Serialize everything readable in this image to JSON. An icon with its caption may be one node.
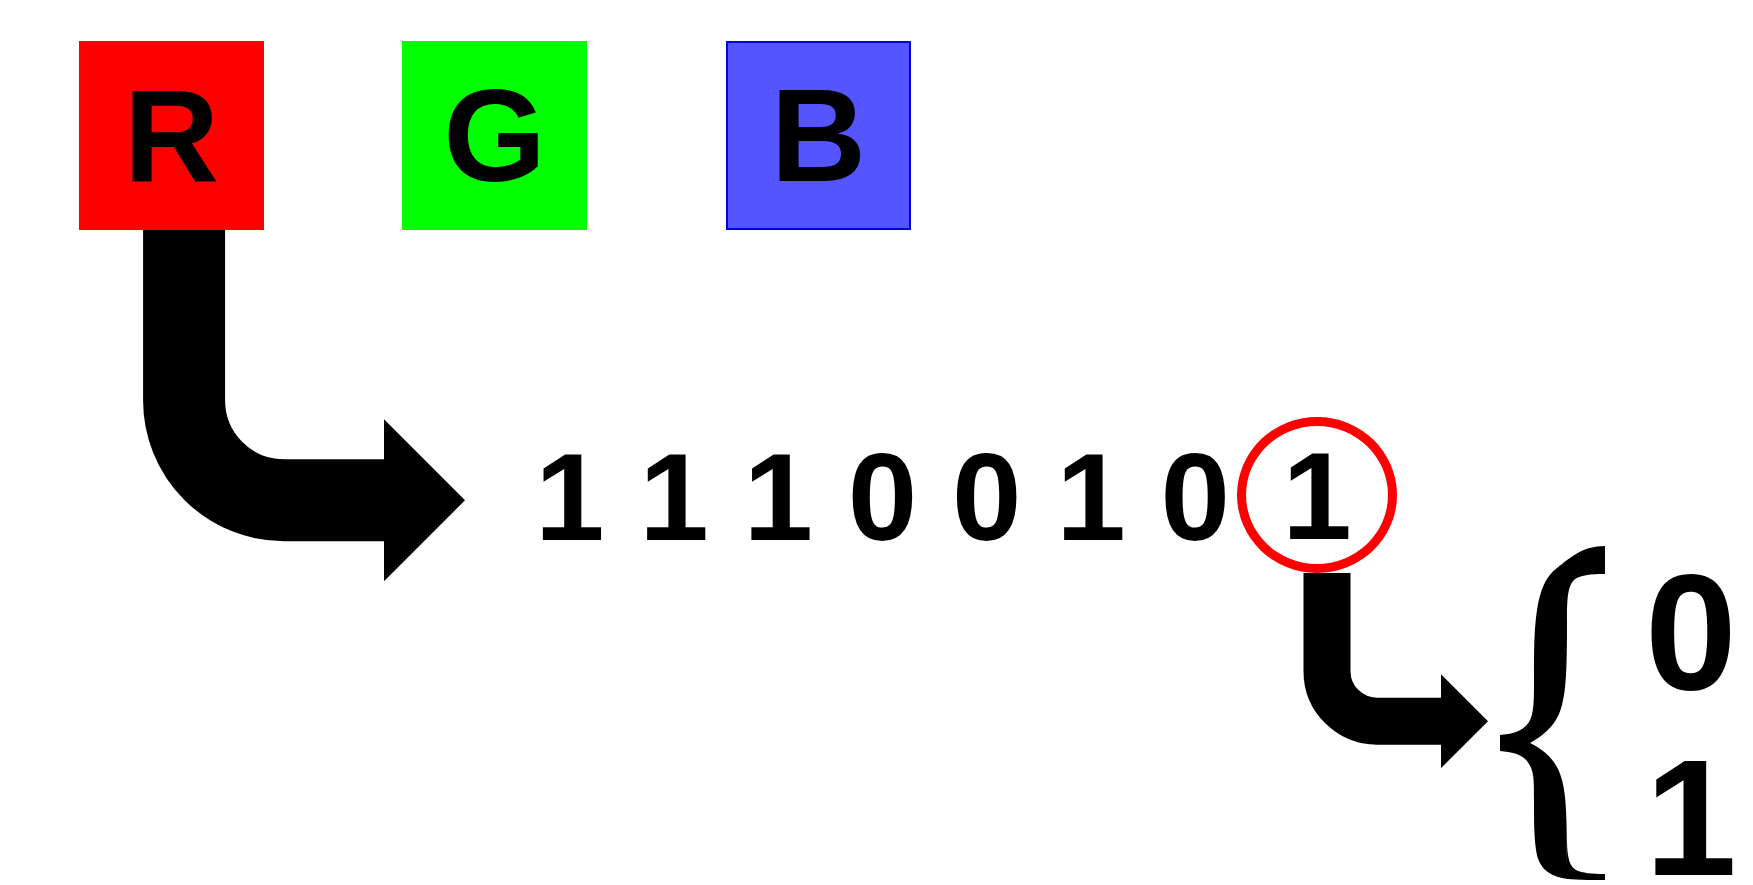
{
  "diagram": {
    "nodes": [
      {
        "text": [
          "R"
        ]
      },
      {
        "text": [
          "G"
        ]
      },
      {
        "text": [
          "B"
        ]
      },
      {
        "text": [
          "1 1 1 0 0 1 0"
        ]
      },
      {
        "text": [
          "1"
        ]
      },
      {
        "text": [],
        "shape": "brace"
      }
    ],
    "labels": [
      "0",
      "1"
    ],
    "edges": [
      {
        "from": 0,
        "to": 3,
        "arrow": "to"
      },
      {
        "from": 4,
        "to": 5,
        "arrow": "to"
      }
    ]
  }
}
